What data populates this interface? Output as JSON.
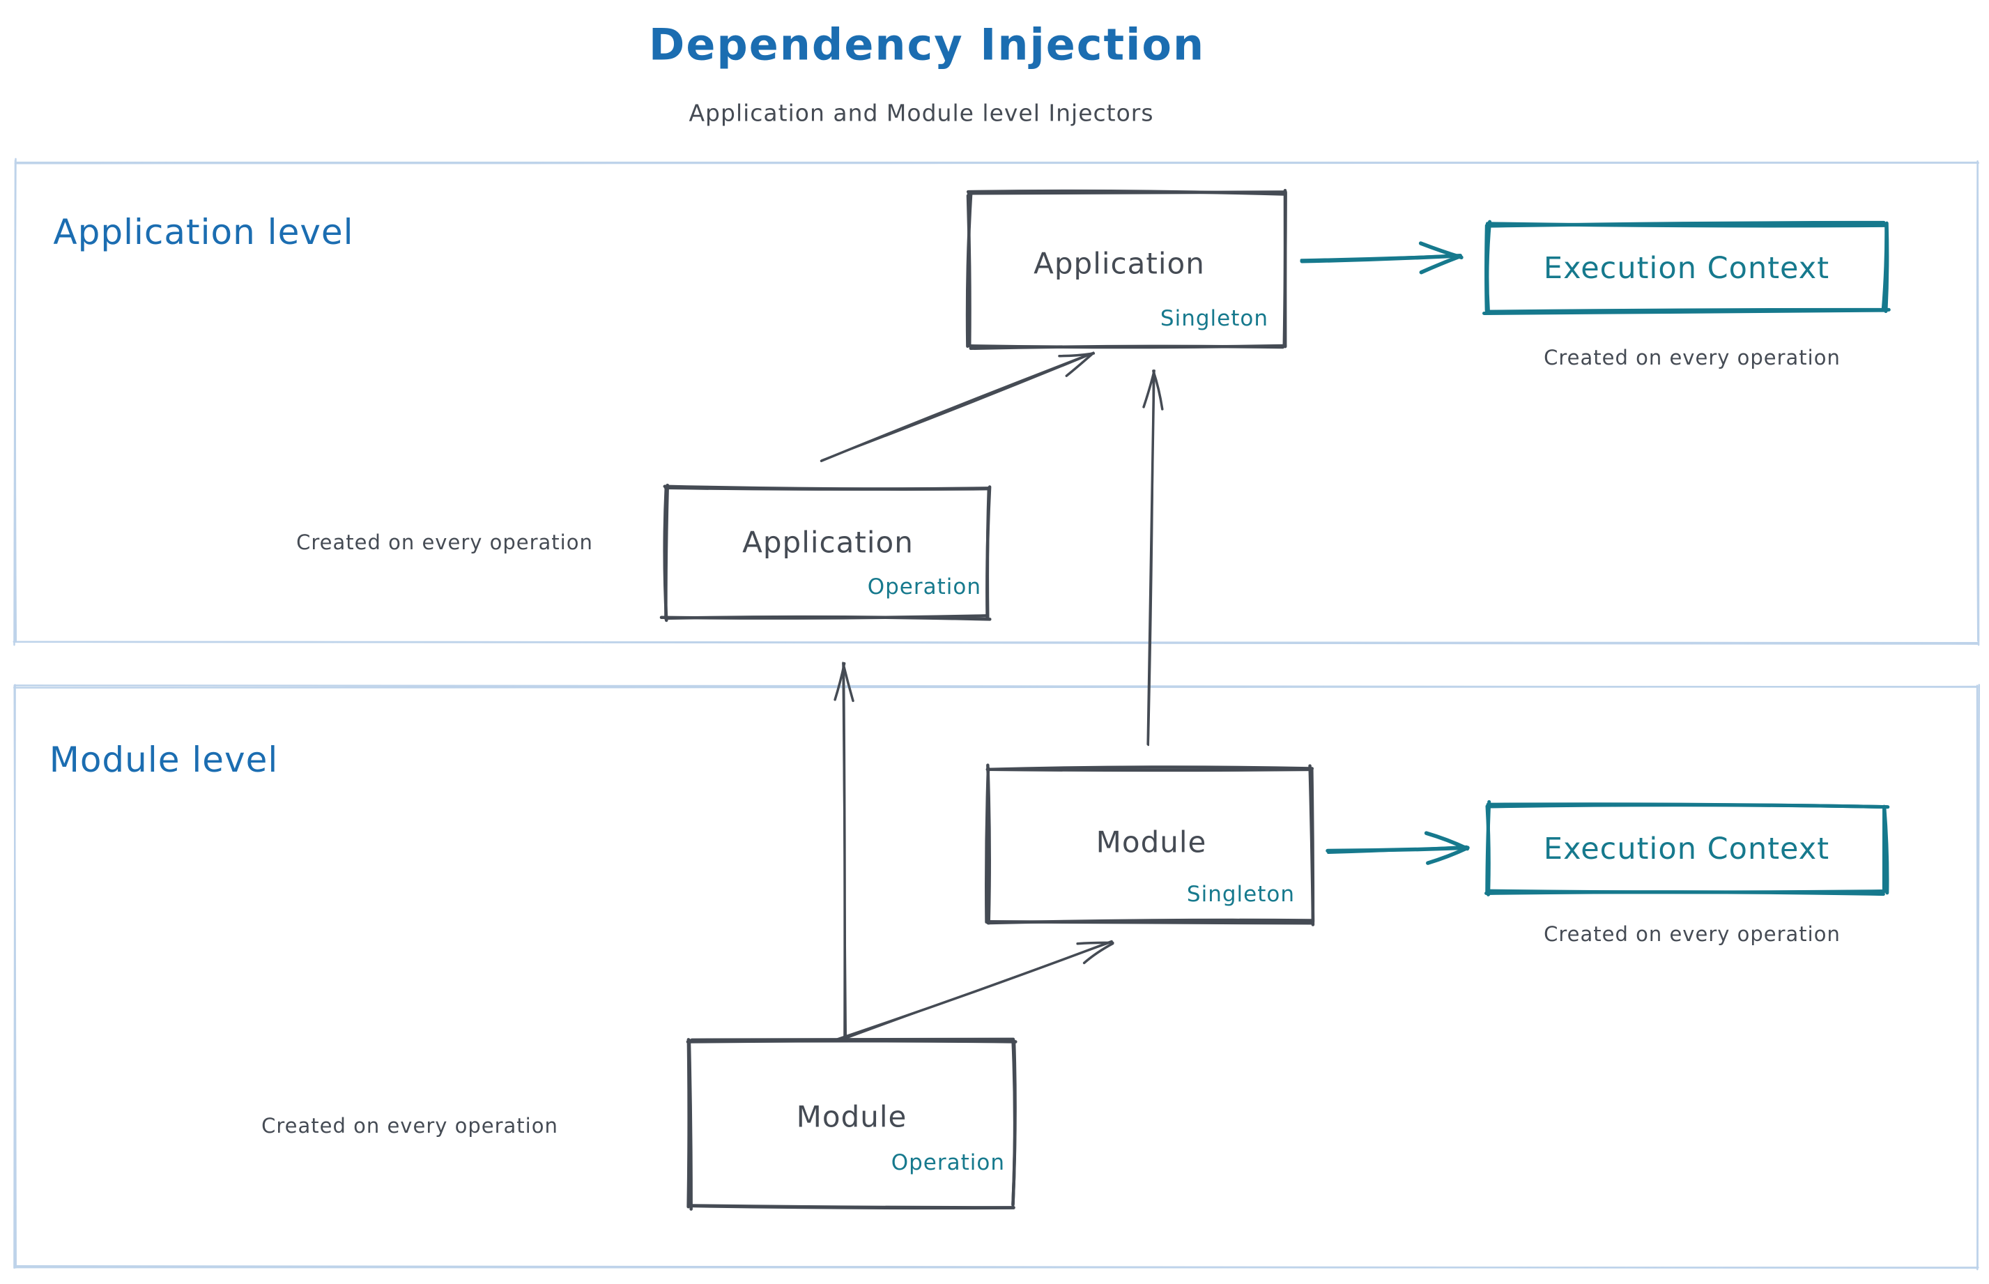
{
  "title": "Dependency Injection",
  "subtitle": "Application and Module level Injectors",
  "colors": {
    "accent_blue": "#1b6db1",
    "stroke_dark": "#454b54",
    "accent_teal": "#16798d",
    "container_border": "#bed3ea"
  },
  "application_level": {
    "label": "Application level",
    "singleton_box": {
      "name": "Application",
      "scope": "Singleton"
    },
    "operation_box": {
      "name": "Application",
      "scope": "Operation"
    },
    "operation_caption": "Created on every operation",
    "execution_context": {
      "label": "Execution Context",
      "caption": "Created on every operation"
    }
  },
  "module_level": {
    "label": "Module level",
    "singleton_box": {
      "name": "Module",
      "scope": "Singleton"
    },
    "operation_box": {
      "name": "Module",
      "scope": "Operation"
    },
    "operation_caption": "Created on every operation",
    "execution_context": {
      "label": "Execution Context",
      "caption": "Created on every operation"
    }
  }
}
